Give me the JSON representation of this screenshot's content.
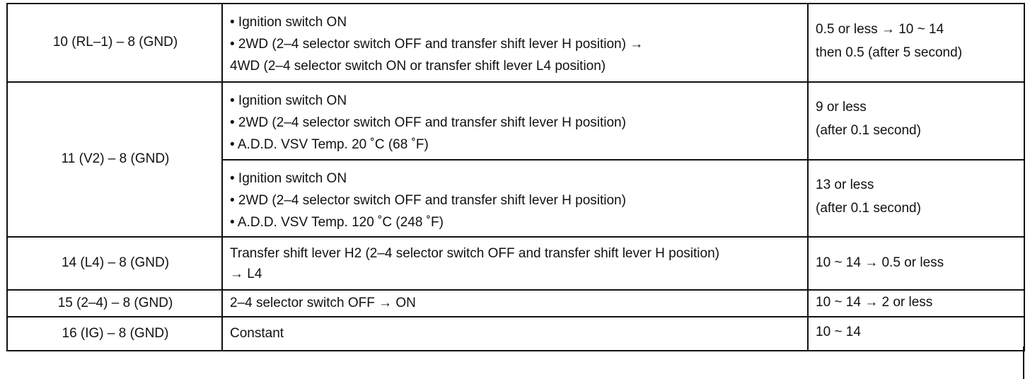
{
  "rows": [
    {
      "terminal": "10 (RL–1) – 8 (GND)",
      "conditions": [
        "• Ignition switch ON",
        "• 2WD (2–4 selector switch OFF and transfer shift lever H position) →",
        "4WD (2–4 selector switch ON or transfer shift lever L4 position)"
      ],
      "value": [
        "0.5 or less → 10 ~ 14",
        "then 0.5 (after 5 second)"
      ]
    },
    {
      "terminal": "11 (V2) – 8 (GND)",
      "sub": [
        {
          "conditions": [
            "• Ignition switch ON",
            "• 2WD (2–4 selector switch OFF and transfer shift lever H position)",
            "• A.D.D. VSV Temp. 20 ˚C (68 ˚F)"
          ],
          "value": [
            "9 or less",
            "(after 0.1 second)"
          ]
        },
        {
          "conditions": [
            "• Ignition switch ON",
            "• 2WD (2–4 selector switch OFF and transfer shift lever H position)",
            "• A.D.D. VSV Temp. 120 ˚C (248 ˚F)"
          ],
          "value": [
            "13 or less",
            "(after 0.1 second)"
          ]
        }
      ]
    },
    {
      "terminal": "14 (L4) – 8 (GND)",
      "conditions": [
        "Transfer shift lever H2 (2–4 selector switch OFF and transfer shift lever H position)",
        "→ L4"
      ],
      "value": [
        "10 ~ 14 → 0.5 or less"
      ]
    },
    {
      "terminal": "15 (2–4) – 8 (GND)",
      "conditions": [
        "2–4 selector switch OFF → ON"
      ],
      "value": [
        "10 ~ 14 → 2 or less"
      ]
    },
    {
      "terminal": "16 (IG) – 8 (GND)",
      "conditions": [
        "Constant"
      ],
      "value": [
        "10 ~ 14"
      ]
    }
  ]
}
